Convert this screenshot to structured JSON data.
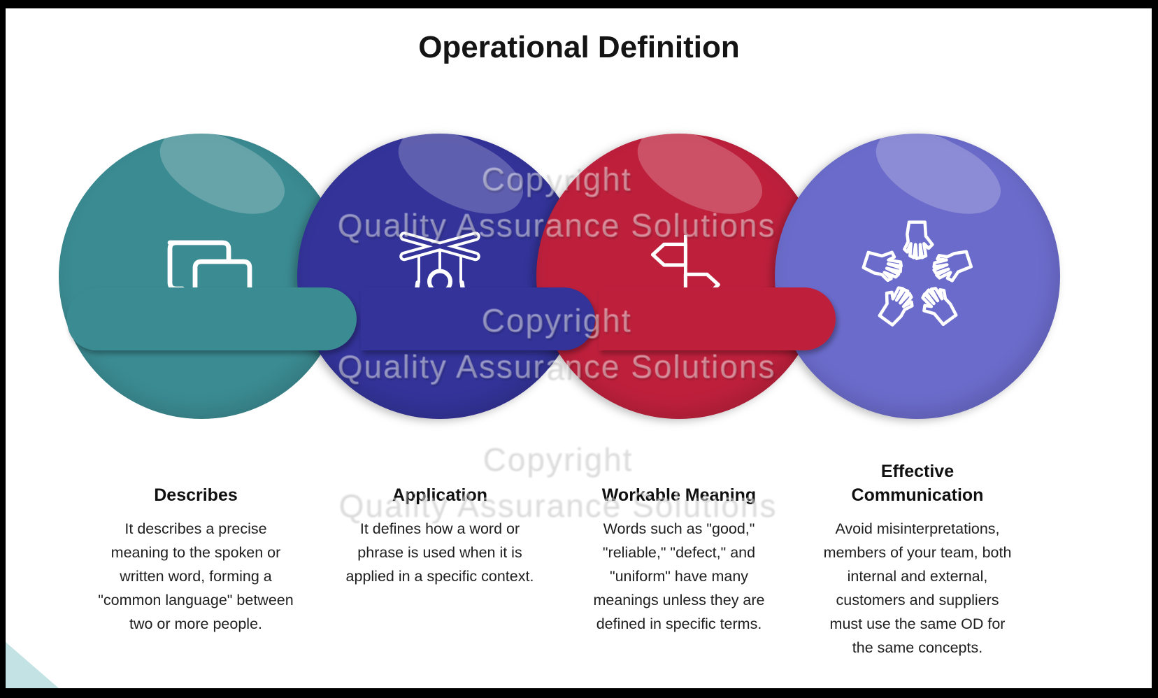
{
  "title": "Operational Definition",
  "watermark": {
    "line1": "Copyright",
    "line2": "Quality Assurance Solutions"
  },
  "colors": {
    "teal": "#3B8B92",
    "blue": "#333399",
    "red": "#BE203C",
    "purple": "#6B6BCB",
    "corner_accent": "#C2E2E4",
    "frame": "#000000",
    "text": "#1e1e1e"
  },
  "items": [
    {
      "heading": "Describes",
      "body": "It describes a precise meaning to the spoken or written word, forming a \"common language\" between two or more people.",
      "icon": "chat-bubbles-icon",
      "color": "#3B8B92"
    },
    {
      "heading": "Application",
      "body": "It defines how a word or phrase is used when it is applied in a specific context.",
      "icon": "marionette-icon",
      "color": "#333399"
    },
    {
      "heading": "Workable Meaning",
      "body": "Words such as \"good,\" \"reliable,\" \"defect,\" and \"uniform\" have many meanings unless they are defined in specific terms.",
      "icon": "signpost-icon",
      "color": "#BE203C"
    },
    {
      "heading": "Effective Communication",
      "body": "Avoid misinterpretations, members of your team, both internal and external, customers and suppliers must use the same OD for the same concepts.",
      "icon": "team-hands-icon",
      "color": "#6B6BCB"
    }
  ]
}
